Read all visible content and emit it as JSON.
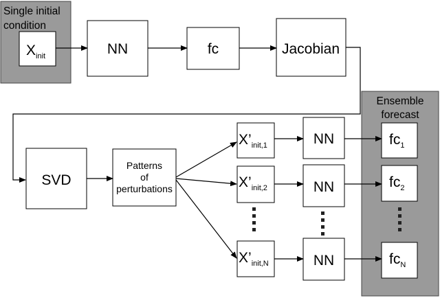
{
  "regions": {
    "initial": [
      "Single initial",
      "condition"
    ],
    "ensemble": [
      "Ensemble",
      "forecast"
    ]
  },
  "top_row": {
    "x_init": {
      "base": "X",
      "sub": "init"
    },
    "nn": "NN",
    "fc": "fc",
    "jacobian": "Jacobian"
  },
  "svd": "SVD",
  "patterns": [
    "Patterns",
    "of",
    "perturbations"
  ],
  "perturbed": [
    {
      "base": "X’",
      "sub": "init,1"
    },
    {
      "base": "X’",
      "sub": "init,2"
    },
    {
      "base": "X’",
      "sub": "init,N"
    }
  ],
  "nn_members": [
    "NN",
    "NN",
    "NN"
  ],
  "forecasts": [
    {
      "base": "fc",
      "sub": "1"
    },
    {
      "base": "fc",
      "sub": "2"
    },
    {
      "base": "fc",
      "sub": "N"
    }
  ]
}
